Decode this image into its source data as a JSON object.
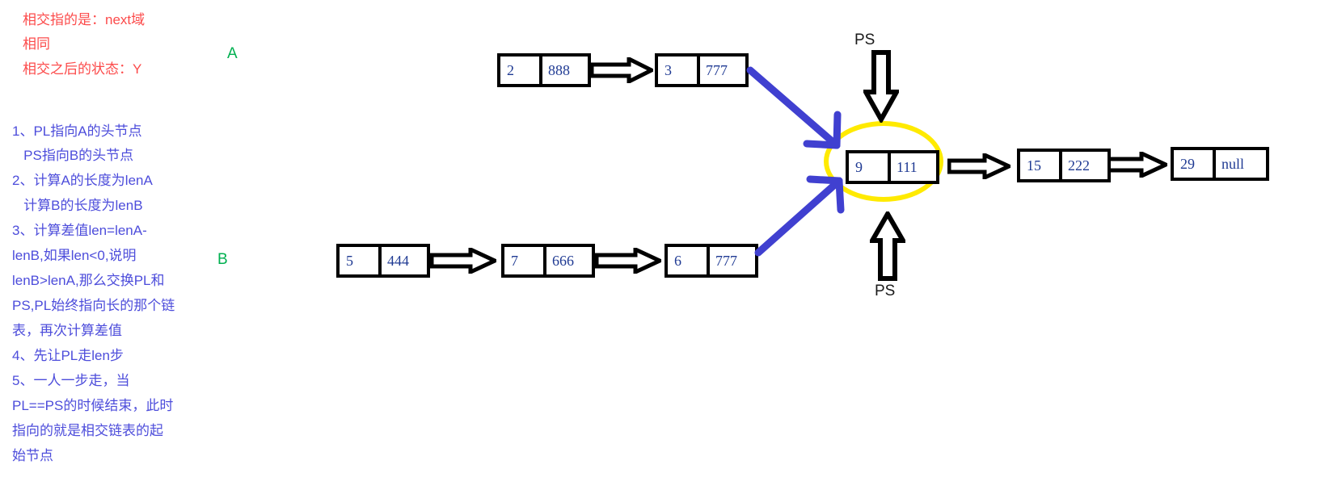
{
  "notes": {
    "red": [
      "相交指的是：next域",
      "相同",
      "相交之后的状态：Y"
    ],
    "blue": [
      "1、PL指向A的头节点",
      "   PS指向B的头节点",
      "2、计算A的长度为lenA",
      "   计算B的长度为lenB",
      "3、计算差值len=lenA-",
      "lenB,如果len<0,说明",
      "lenB>lenA,那么交换PL和",
      "PS,PL始终指向长的那个链",
      "表，再次计算差值",
      "4、先让PL走len步",
      "5、一人一步走，当",
      "PL==PS的时候结束，此时",
      "指向的就是相交链表的起",
      "始节点"
    ]
  },
  "labels": {
    "list_a": "A",
    "list_b": "B",
    "pointer_top": "PS",
    "pointer_bottom": "PS"
  },
  "lists": {
    "a_chain": [
      {
        "data": "2",
        "next": "888"
      },
      {
        "data": "3",
        "next": "777"
      }
    ],
    "b_chain": [
      {
        "data": "5",
        "next": "444"
      },
      {
        "data": "7",
        "next": "666"
      },
      {
        "data": "6",
        "next": "777"
      }
    ],
    "shared_chain": [
      {
        "data": "9",
        "next": "111"
      },
      {
        "data": "15",
        "next": "222"
      },
      {
        "data": "29",
        "next": "null"
      }
    ]
  },
  "colors": {
    "red_text": "#fc4b4b",
    "blue_text": "#4d4ddb",
    "green_label": "#00b050",
    "node_value": "#1f3a93",
    "highlight": "#ffea00",
    "arrow_blue": "#4040d0",
    "node_border": "#000000"
  }
}
